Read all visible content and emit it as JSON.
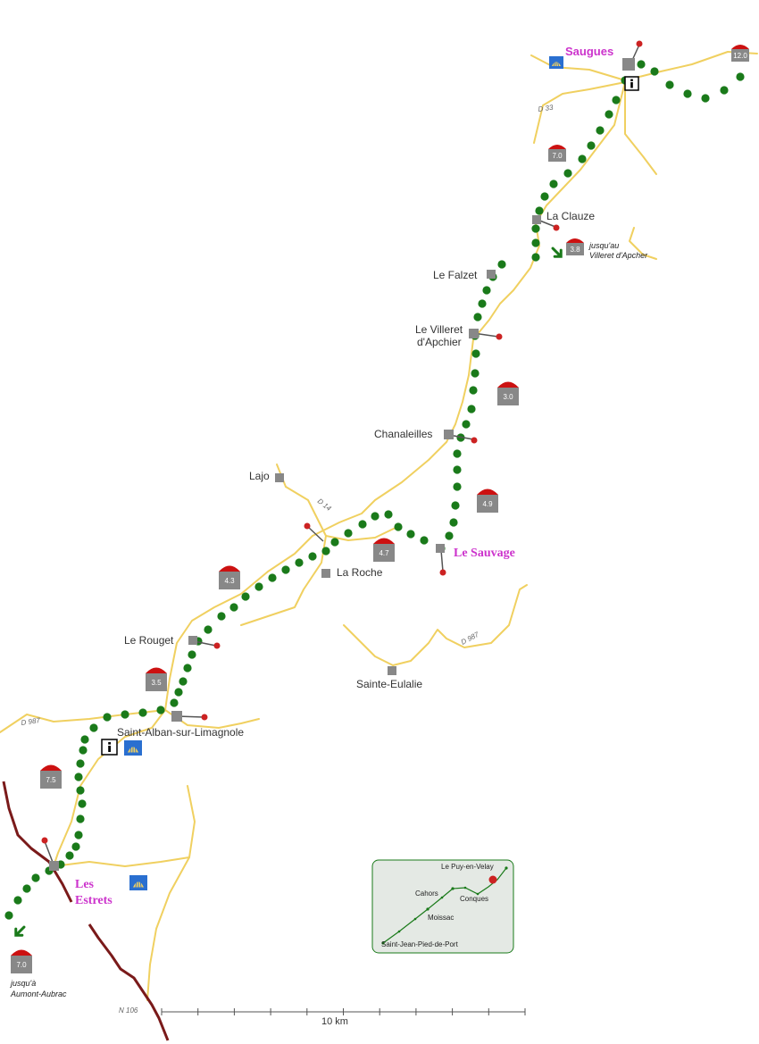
{
  "towns": {
    "saugues": "Saugues",
    "la_clauze": "La Clauze",
    "le_falzet": "Le Falzet",
    "villeret_1": "Le Villeret",
    "villeret_2": "d'Apchier",
    "chanaleilles": "Chanaleilles",
    "lajo": "Lajo",
    "le_sauvage": "Le Sauvage",
    "la_roche": "La Roche",
    "le_rouget": "Le Rouget",
    "sainte_eulalie": "Sainte-Eulalie",
    "saint_alban": "Saint-Alban-sur-Limagnole",
    "les_estrets_1": "Les",
    "les_estrets_2": "Estrets"
  },
  "roads": {
    "d33": "D 33",
    "d14": "D 14",
    "d987_east": "D 987",
    "d987_west": "D 987",
    "n106": "N 106"
  },
  "distances": {
    "d1": "12.0",
    "d2": "7.0",
    "d3": "3.8",
    "d4": "3.0",
    "d5": "4.9",
    "d6": "4.7",
    "d7": "4.3",
    "d8": "3.5",
    "d9": "7.5",
    "d10": "7.0"
  },
  "notes": {
    "villeret_1": "jusqu'au",
    "villeret_2": "Villeret d'Apcher",
    "aumont_1": "jusqu'à",
    "aumont_2": "Aumont-Aubrac"
  },
  "inset": {
    "le_puy": "Le Puy-en-Velay",
    "cahors": "Cahors",
    "conques": "Conques",
    "moissac": "Moissac",
    "saint_jean": "Saint-Jean-Pied-de-Port"
  },
  "scale": {
    "label": "10 km"
  },
  "colors": {
    "route": "#1a7a1a",
    "road": "#f0d060",
    "border": "#7a1a1a",
    "town": "#888888",
    "accent": "#cc33cc",
    "pin": "#cc2222"
  }
}
